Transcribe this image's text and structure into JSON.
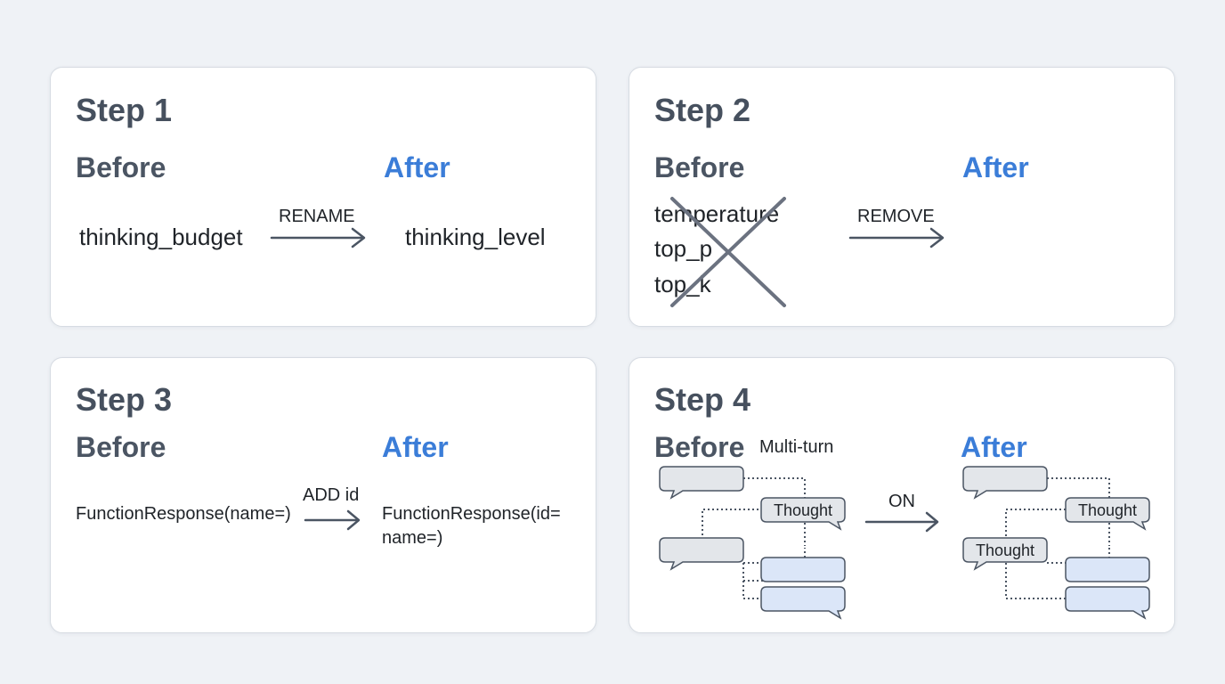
{
  "step1": {
    "title": "Step 1",
    "before_label": "Before",
    "after_label": "After",
    "before_value": "thinking_budget",
    "operation": "RENAME",
    "after_value": "thinking_level"
  },
  "step2": {
    "title": "Step 2",
    "before_label": "Before",
    "after_label": "After",
    "removed_params": [
      "temperature",
      "top_p",
      "top_k"
    ],
    "operation": "REMOVE"
  },
  "step3": {
    "title": "Step 3",
    "before_label": "Before",
    "after_label": "After",
    "before_value": "FunctionResponse(name=)",
    "operation": "ADD id",
    "after_value_line1": "FunctionResponse(id=",
    "after_value_line2": "name=)"
  },
  "step4": {
    "title": "Step 4",
    "before_label": "Before",
    "context_label": "Multi-turn",
    "after_label": "After",
    "operation": "ON",
    "bubble_label": "Thought"
  },
  "colors": {
    "accent": "#3b7dd8",
    "heading": "#46505e",
    "gray_bubble": "#e3e6ea",
    "blue_bubble": "#dbe6f8",
    "bubble_border": "#4b5563",
    "cross": "#6b7280"
  }
}
